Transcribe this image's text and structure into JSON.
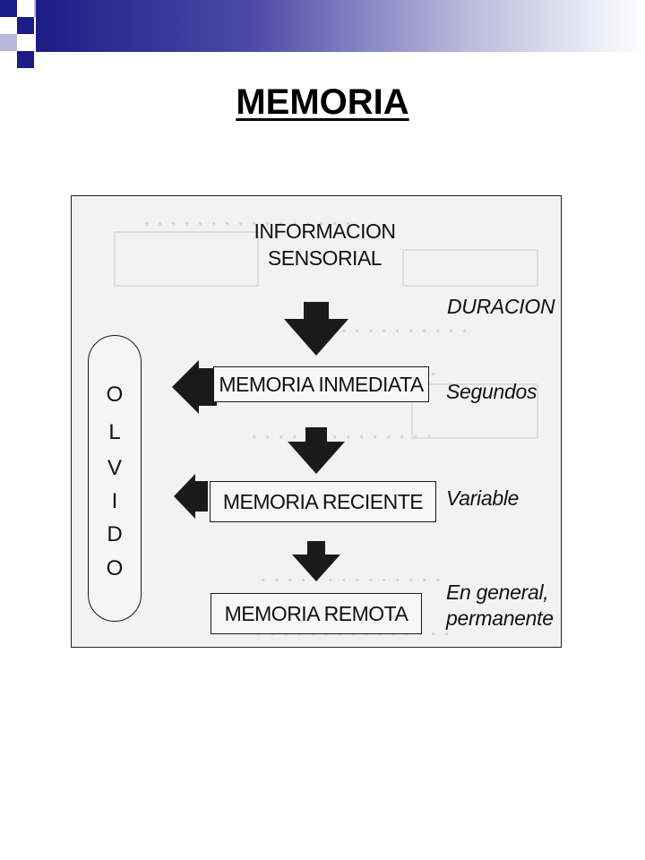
{
  "slide": {
    "title": "MEMORIA",
    "accent_color": "#1c1c86"
  },
  "diagram": {
    "source": [
      "INFORMACION",
      "SENSORIAL"
    ],
    "duration_header": "DURACION",
    "stages": [
      {
        "name": "MEMORIA INMEDIATA",
        "duration": "Segundos"
      },
      {
        "name": "MEMORIA RECIENTE",
        "duration": "Variable"
      },
      {
        "name": "MEMORIA REMOTA",
        "duration_lines": [
          "En general,",
          "permanente"
        ]
      }
    ],
    "forgetting_letters": [
      "O",
      "L",
      "V",
      "I",
      "D",
      "O"
    ]
  }
}
